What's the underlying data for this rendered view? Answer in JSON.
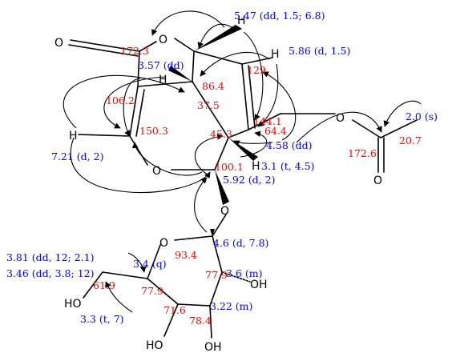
{
  "colors": {
    "carbon_shift": "#ff0000",
    "proton_shift": "#0000ff",
    "structure": "#000000"
  },
  "atoms": {
    "o_lactone_carbonyl": "O",
    "o_lactone_ring": "O",
    "o_pyran": "O",
    "o_glycosidic": "O",
    "o_sugar_ring": "O",
    "o_ester": "O",
    "o_acetyl_carbonyl": "O",
    "h_547": "H",
    "h_586": "H",
    "h_357": "H",
    "h_721": "H",
    "h_31": "H",
    "oh_c3": "OH",
    "oh_c4": "OH",
    "oh_c5": "HO",
    "oh_c6": "HO"
  },
  "carbon_shifts": {
    "c_1723": "172.3",
    "c_129": "129",
    "c_864": "86.4",
    "c_1062": "106.2",
    "c_375": "37.5",
    "c_1441": "144.1",
    "c_1503": "150.3",
    "c_453": "45.3",
    "c_644": "64.4",
    "c_1726": "172.6",
    "c_207": "20.7",
    "c_1001": "100.1",
    "c_934": "93.4",
    "c_779a": "77.9",
    "c_779b": "77.9",
    "c_619": "61.9",
    "c_716": "71.6",
    "c_784": "78.4"
  },
  "proton_shifts": {
    "h_547": "5,47 (dd, 1.5; 6.8)",
    "h_586": "5.86 (d, 1.5)",
    "h_357": "3.57 (dd)",
    "h_20": "2.0 (s)",
    "h_721": "7.21 (d, 2)",
    "h_458": "4.58 (dd)",
    "h_31": "3.1 (t, 4.5)",
    "h_592": "5.92 (d, 2)",
    "h_46": "4.6 (d, 7.8)",
    "h_381": "3.81 (dd, 12; 2.1)",
    "h_346": "3.46 (dd, 3.8; 12)",
    "h_34": "3.4 (q)",
    "h_36": "3.6 (m)",
    "h_33": "3.3 (t, 7)",
    "h_322": "3.22 (m)"
  }
}
